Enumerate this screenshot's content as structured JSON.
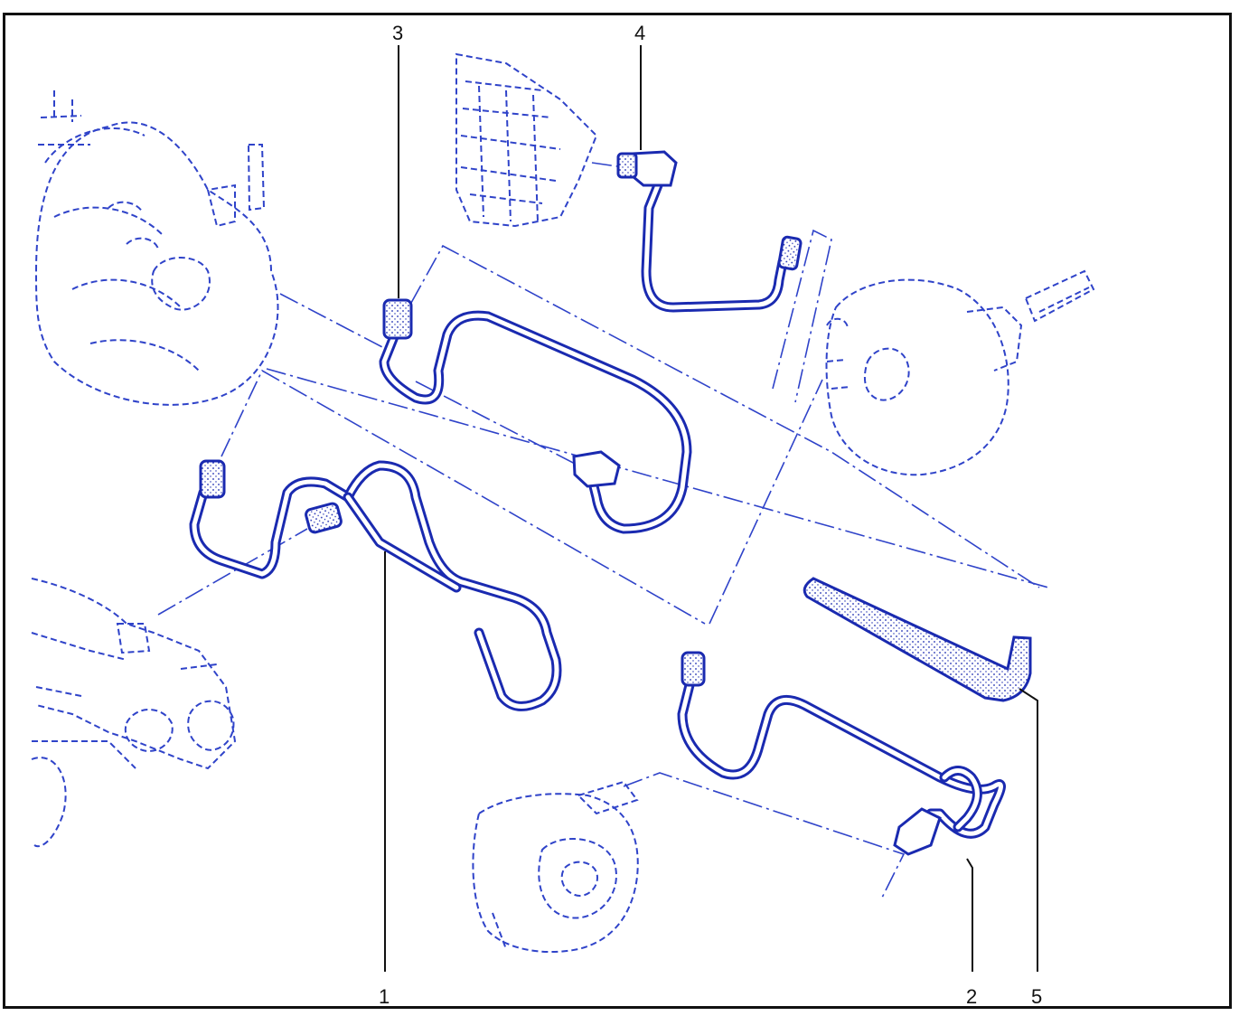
{
  "diagram": {
    "callouts": [
      {
        "id": "1",
        "label": "1"
      },
      {
        "id": "2",
        "label": "2"
      },
      {
        "id": "3",
        "label": "3"
      },
      {
        "id": "4",
        "label": "4"
      },
      {
        "id": "5",
        "label": "5"
      }
    ],
    "colors": {
      "line_art": "#1a2ab0",
      "ghost_components": "#2f43c9",
      "frame": "#111111",
      "background": "#ffffff"
    },
    "icons": [
      "engine-block",
      "brake-booster",
      "vacuum-pump",
      "intake-manifold",
      "reservoir"
    ]
  }
}
